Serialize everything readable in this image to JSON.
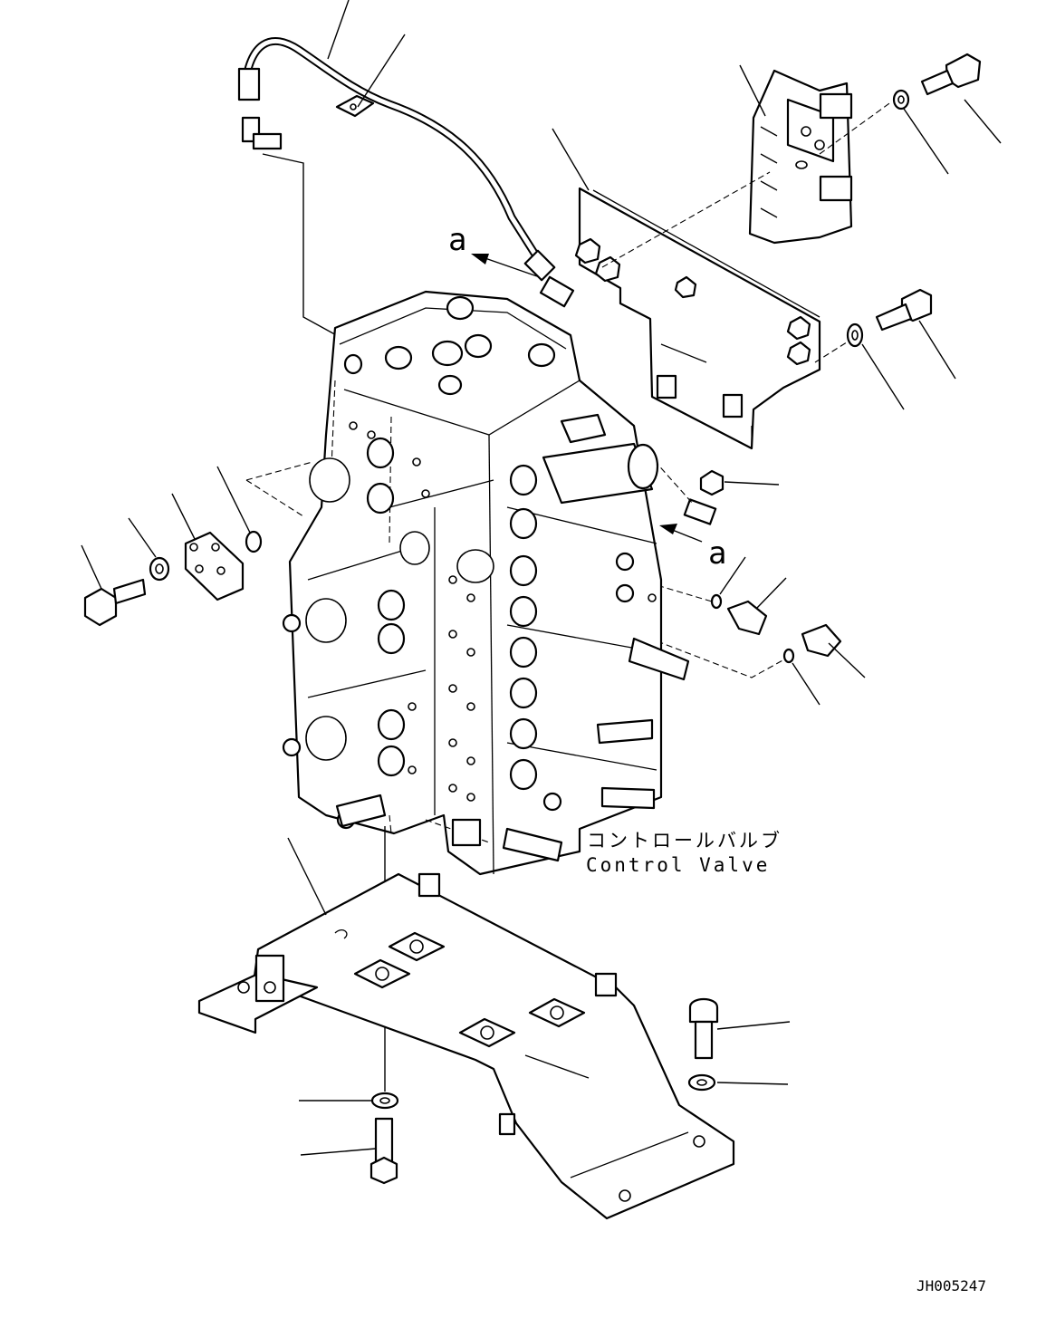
{
  "title_jp": "コントロールバルブ",
  "title_en": "Control Valve",
  "arrow_label": "a",
  "drawing_code": "JH005247",
  "icons": [
    "hose-icon",
    "clamp-icon",
    "elbow-fitting-icon",
    "bracket-icon",
    "connector-holder-icon",
    "bolt-icon",
    "washer-icon",
    "plug-icon",
    "o-ring-icon",
    "sensor-icon",
    "cover-plate-icon",
    "control-valve-icon",
    "mounting-base-icon"
  ]
}
